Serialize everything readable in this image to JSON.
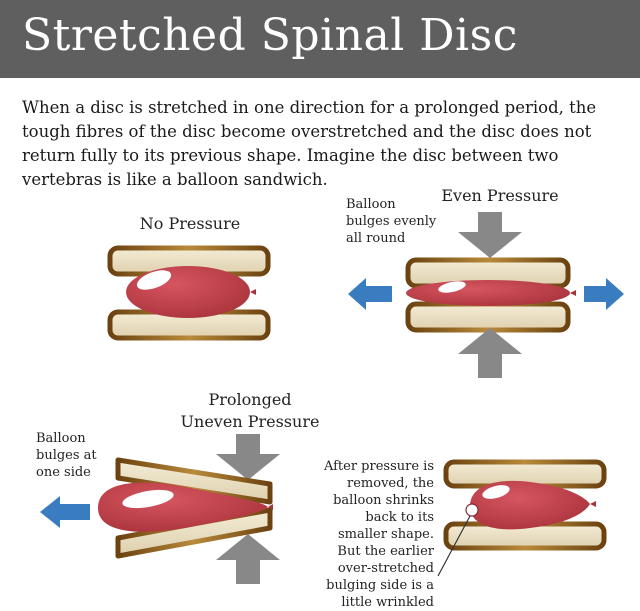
{
  "title": "Stretched Spinal Disc",
  "intro": "When a disc is stretched in one direction for a prolonged period, the tough fibres of the disc become overstretched and the disc does not return fully to its previous shape. Imagine the disc between two vertebras is like a balloon sandwich.",
  "panels": {
    "no_pressure": {
      "label": "No Pressure"
    },
    "even_pressure": {
      "label": "Even Pressure",
      "note": "Balloon bulges evenly all round"
    },
    "uneven_pressure": {
      "label_line1": "Prolonged",
      "label_line2": "Uneven Pressure",
      "note": "Balloon bulges at one side"
    },
    "after": {
      "note": "After pressure is removed, the balloon shrinks back to its smaller shape. But the earlier over-stretched bulging side is a little wrinkled"
    }
  },
  "colors": {
    "header": "#5f5f5f",
    "balloon": "#c0404a",
    "arrow_blue": "#3a7cc0",
    "arrow_grey": "#888888",
    "bread": "#efe6cf",
    "crust": "#8a5a1c"
  }
}
